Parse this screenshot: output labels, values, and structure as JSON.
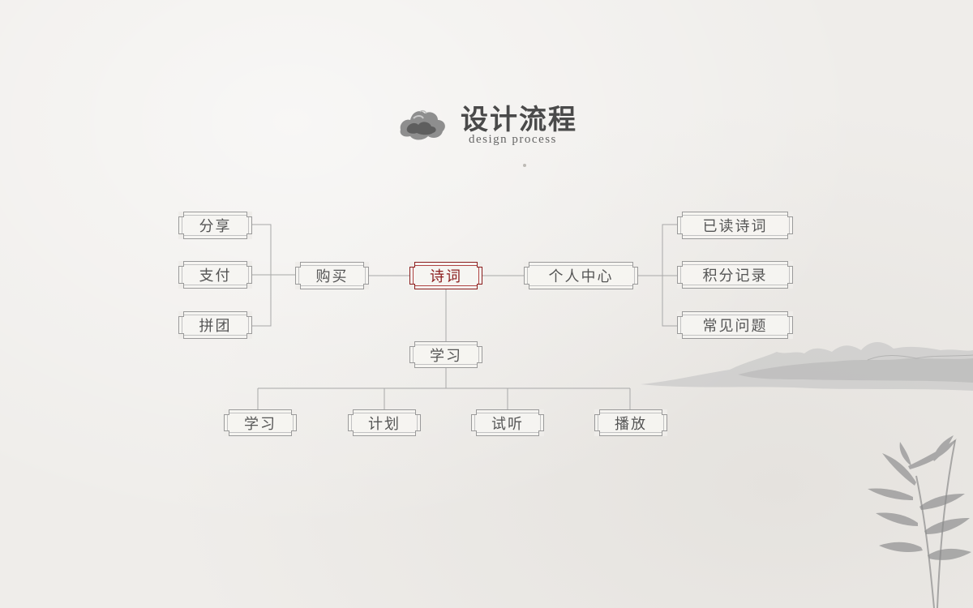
{
  "header": {
    "title": "设计流程",
    "subtitle": "design process"
  },
  "diagram": {
    "root": "诗词",
    "left_branch": {
      "label": "购买",
      "children": [
        "分享",
        "支付",
        "拼团"
      ]
    },
    "right_branch": {
      "label": "个人中心",
      "children": [
        "已读诗词",
        "积分记录",
        "常见问题"
      ]
    },
    "bottom_branch": {
      "label": "学习",
      "children": [
        "学习",
        "计划",
        "试听",
        "播放"
      ]
    }
  },
  "decor": {
    "ink_stone": "ink-stone-icon",
    "mountain": "mountain-icon",
    "bamboo": "bamboo-icon"
  },
  "colors": {
    "background": "#efedea",
    "line": "#a8a8a8",
    "text": "#555555",
    "accent": "#8a1c1c"
  }
}
